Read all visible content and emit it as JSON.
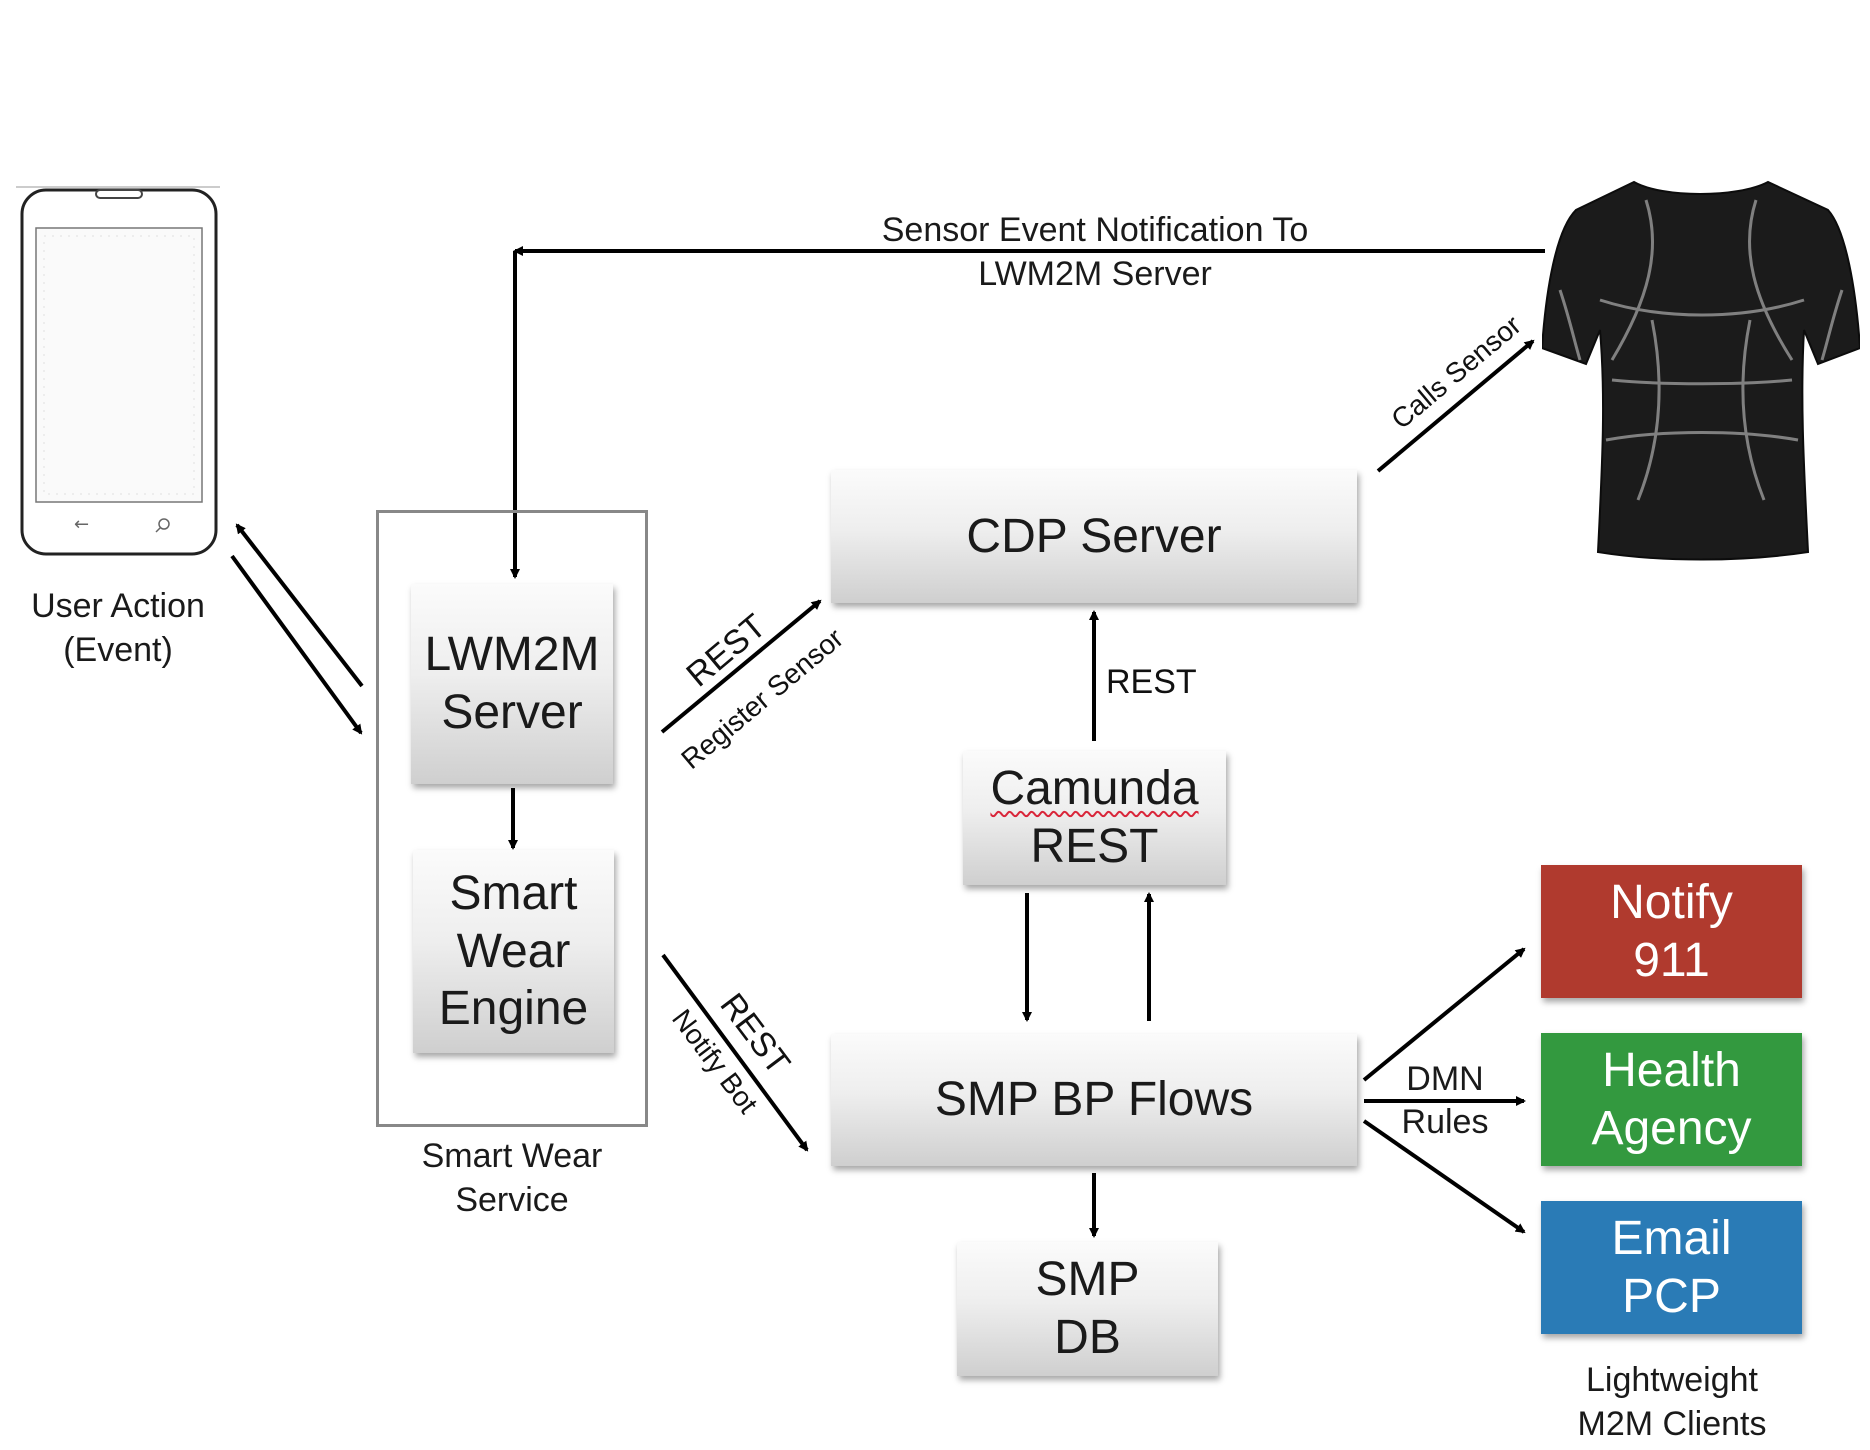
{
  "nodes": {
    "lwm2m": [
      "LWM2M",
      "Server"
    ],
    "engine": [
      "Smart",
      "Wear",
      "Engine"
    ],
    "cdp": "CDP Server",
    "camunda": [
      "Camunda",
      "REST"
    ],
    "smp_flows": "SMP BP Flows",
    "smp_db": [
      "SMP",
      "DB"
    ],
    "notify": [
      "Notify",
      "911"
    ],
    "health": [
      "Health",
      "Agency"
    ],
    "email": [
      "Email",
      "PCP"
    ]
  },
  "captions": {
    "user_action": [
      "User Action",
      "(Event)"
    ],
    "service": [
      "Smart Wear",
      "Service"
    ],
    "clients": [
      "Lightweight",
      "M2M Clients"
    ]
  },
  "edge_labels": {
    "sensor_event": [
      "Sensor Event Notification To",
      "LWM2M Server"
    ],
    "calls_sensor": "Calls Sensor",
    "rest_register": "REST",
    "register_sensor": "Register Sensor",
    "rest_notify": "REST",
    "notify_bot": "Notify Bot",
    "rest_camunda": "REST",
    "dmn_rules": [
      "DMN",
      "Rules"
    ]
  },
  "colors": {
    "notify": "#b03a2e",
    "health": "#33993f",
    "email": "#2a7bb6",
    "arrow": "#000000"
  },
  "icons": {
    "phone": "mobile-phone-wireframe-icon",
    "shirt": "smart-shirt-image"
  }
}
